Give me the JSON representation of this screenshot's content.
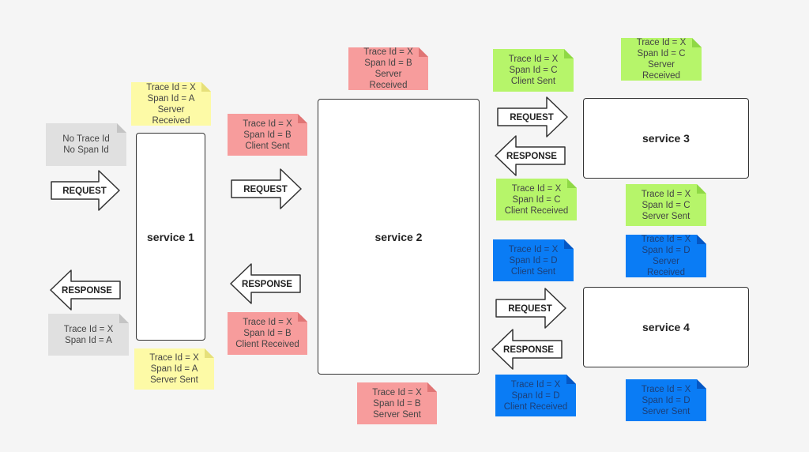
{
  "colors": {
    "gray": "#e0e0e0",
    "gray_fold": "#c4c4c4",
    "gray_text": "#444444",
    "yellow": "#fdfaa6",
    "yellow_fold": "#e6e07a",
    "yellow_text": "#444444",
    "red": "#f79c9c",
    "red_fold": "#e07575",
    "red_text": "#444444",
    "green": "#b6f56a",
    "green_fold": "#8fd845",
    "green_text": "#444444",
    "blue": "#0a7cf5",
    "blue_fold": "#0557c4",
    "blue_text": "#1c3f78"
  },
  "services": {
    "s1": "service 1",
    "s2": "service 2",
    "s3": "service 3",
    "s4": "service 4"
  },
  "arrows": {
    "request": "REQUEST",
    "response": "RESPONSE"
  },
  "notes": {
    "no_trace": "No Trace Id\nNo Span Id",
    "s1_received": "Trace Id = X\nSpan Id = A\nServer\nReceived",
    "s1_response": "Trace Id = X\nSpan Id = A",
    "s1_sent": "Trace Id = X\nSpan Id = A\nServer Sent",
    "b_client_sent": "Trace Id = X\nSpan Id = B\nClient Sent",
    "b_client_received": "Trace Id = X\nSpan Id = B\nClient Received",
    "b_server_received": "Trace Id = X\nSpan Id = B\nServer\nReceived",
    "b_server_sent": "Trace Id = X\nSpan Id = B\nServer Sent",
    "c_client_sent": "Trace Id = X\nSpan Id = C\nClient Sent",
    "c_server_received": "Trace Id = X\nSpan Id = C\nServer\nReceived",
    "c_client_received": "Trace Id = X\nSpan Id = C\nClient Received",
    "c_server_sent": "Trace Id = X\nSpan Id = C\nServer Sent",
    "d_client_sent": "Trace Id = X\nSpan Id = D\nClient Sent",
    "d_server_received": "Trace Id = X\nSpan Id = D\nServer\nReceived",
    "d_client_received": "Trace Id = X\nSpan Id = D\nClient Received",
    "d_server_sent": "Trace Id = X\nSpan Id = D\nServer Sent"
  }
}
